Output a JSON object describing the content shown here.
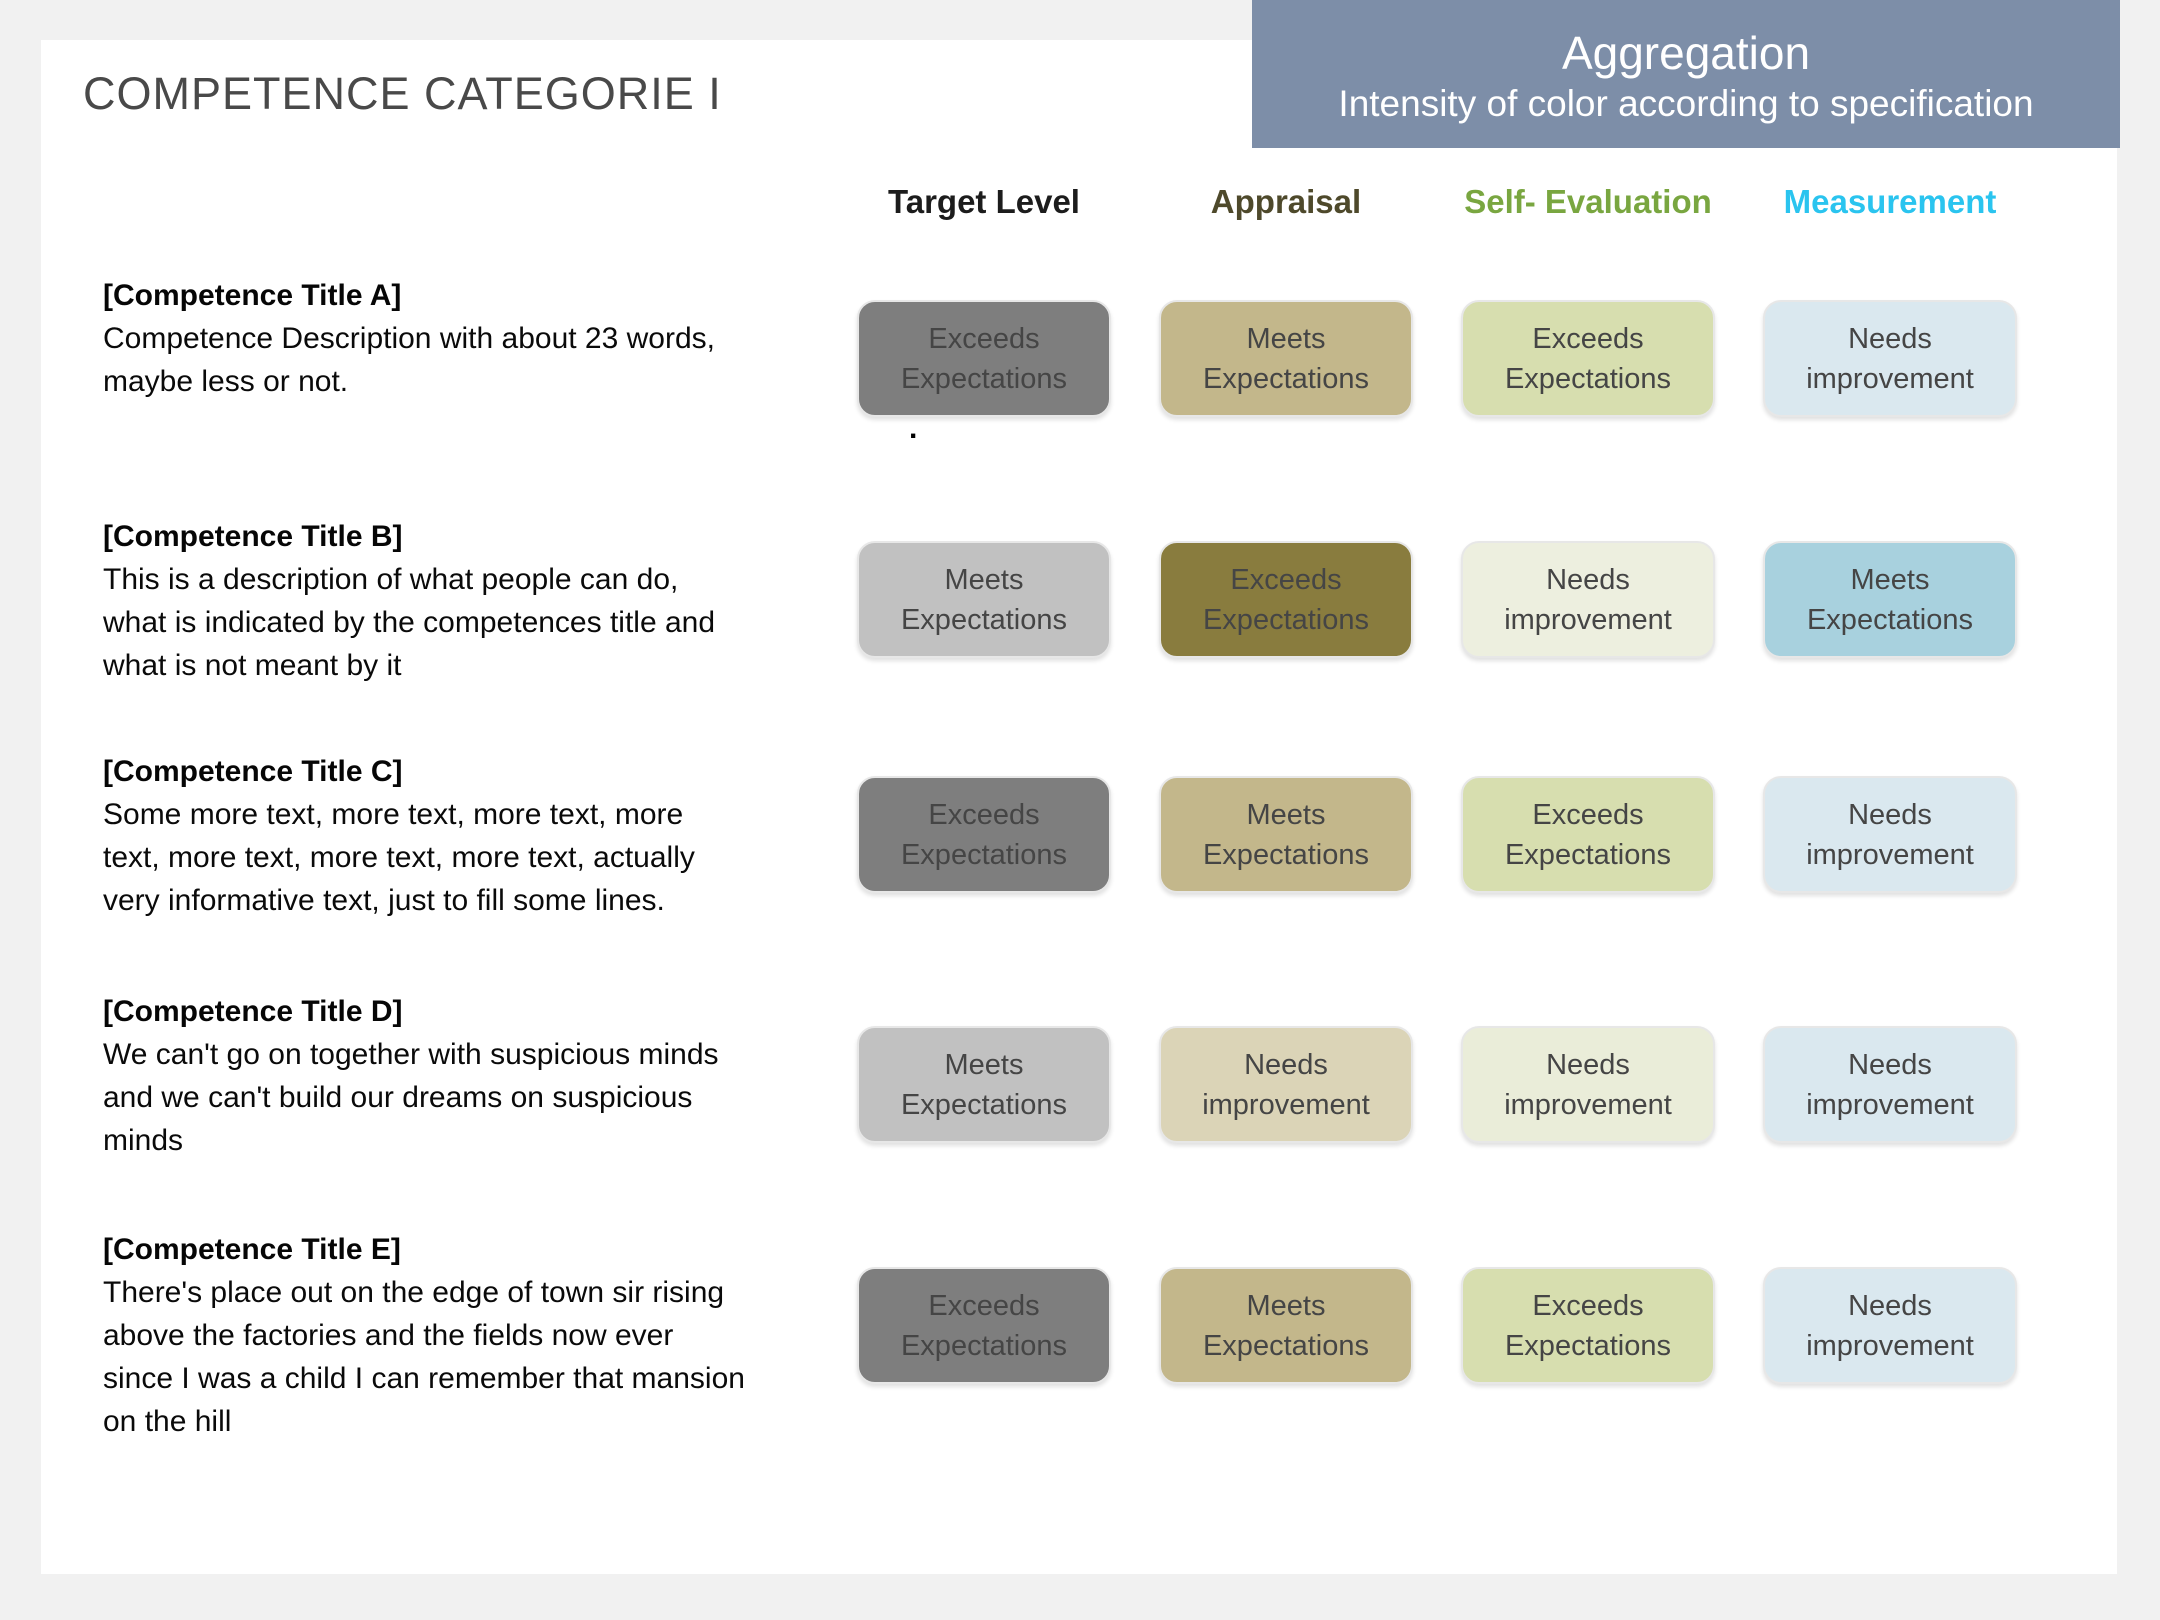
{
  "page": {
    "title": "COMPETENCE CATEGORIE I",
    "background": "#F1F1F1",
    "card_background": "#FFFFFF",
    "stray_mark": "."
  },
  "banner": {
    "title": "Aggregation",
    "subtitle": "Intensity of color according to specification",
    "background": "#7D8EA8",
    "text_color": "#FFFFFF"
  },
  "columns": [
    {
      "label": "Target Level",
      "color": "#1C1C1C"
    },
    {
      "label": "Appraisal",
      "color": "#4E492B"
    },
    {
      "label": "Self- Evaluation",
      "color": "#79A640"
    },
    {
      "label": "Measurement",
      "color": "#2AC4EF"
    }
  ],
  "rows": [
    {
      "title": "[Competence Title A]",
      "description": "Competence Description with about 23 words,\nmaybe less or not.",
      "cells": [
        {
          "label": "Exceeds\nExpectations",
          "bg": "#7E7E7E"
        },
        {
          "label": "Meets\nExpectations",
          "bg": "#C3B78B"
        },
        {
          "label": "Exceeds\nExpectations",
          "bg": "#D7DEAF"
        },
        {
          "label": "Needs\nimprovement",
          "bg": "#DAE8EF"
        }
      ]
    },
    {
      "title": "[Competence Title B]",
      "description": "This is a description of what people can do,\nwhat is indicated by the competences title and\nwhat is not meant by it",
      "cells": [
        {
          "label": "Meets\nExpectations",
          "bg": "#C1C1C1"
        },
        {
          "label": "Exceeds\nExpectations",
          "bg": "#897C3E"
        },
        {
          "label": "Needs\nimprovement",
          "bg": "#EDEFDF"
        },
        {
          "label": "Meets\nExpectations",
          "bg": "#A8D1DE"
        }
      ]
    },
    {
      "title": "[Competence Title C]",
      "description": "Some more text, more text, more text, more\ntext, more text, more text, more text, actually\nvery informative text, just to fill some lines.",
      "cells": [
        {
          "label": "Exceeds\nExpectations",
          "bg": "#7E7E7E"
        },
        {
          "label": "Meets\nExpectations",
          "bg": "#C3B78B"
        },
        {
          "label": "Exceeds\nExpectations",
          "bg": "#D7DEAF"
        },
        {
          "label": "Needs\nimprovement",
          "bg": "#DAE8EF"
        }
      ]
    },
    {
      "title": "[Competence Title D]",
      "description": "We can't go on together with suspicious minds\nand we can't build our dreams on suspicious\nminds",
      "cells": [
        {
          "label": "Meets\nExpectations",
          "bg": "#C1C1C1"
        },
        {
          "label": "Needs\nimprovement",
          "bg": "#DBD4B7"
        },
        {
          "label": "Needs\nimprovement",
          "bg": "#EAEDD9"
        },
        {
          "label": "Needs\nimprovement",
          "bg": "#DAE8EF"
        }
      ]
    },
    {
      "title": "[Competence Title E]",
      "description": "There's place out on the edge of town sir  rising\nabove the factories and the fields now ever\nsince I was a child I can remember that mansion\non the hill",
      "cells": [
        {
          "label": "Exceeds\nExpectations",
          "bg": "#7E7E7E"
        },
        {
          "label": "Meets\nExpectations",
          "bg": "#C3B78B"
        },
        {
          "label": "Exceeds\nExpectations",
          "bg": "#D7DEAF"
        },
        {
          "label": "Needs\nimprovement",
          "bg": "#DAE8EF"
        }
      ]
    }
  ]
}
